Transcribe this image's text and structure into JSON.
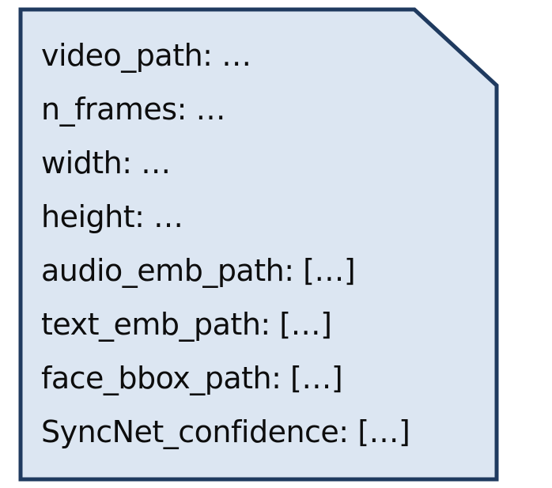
{
  "note": {
    "fill_color": "#dce6f2",
    "border_color": "#1f3a5f",
    "fields": [
      "video_path: …",
      "n_frames: …",
      "width: …",
      "height: …",
      "audio_emb_path: […]",
      "text_emb_path: […]",
      "face_bbox_path: […]",
      "SyncNet_confidence: […]"
    ]
  }
}
